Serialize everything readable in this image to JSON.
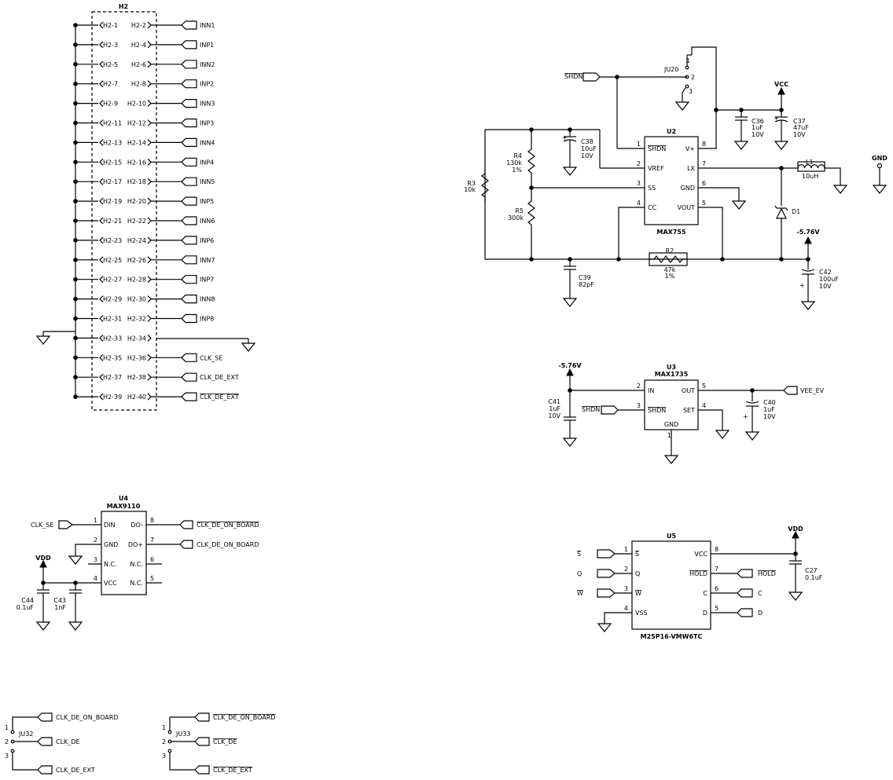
{
  "header": {
    "refdes": "H2"
  },
  "h2_pins": [
    {
      "left": "H2-1",
      "right": "H2-2",
      "net": "INN1"
    },
    {
      "left": "H2-3",
      "right": "H2-4",
      "net": "INP1"
    },
    {
      "left": "H2-5",
      "right": "H2-6",
      "net": "INN2"
    },
    {
      "left": "H2-7",
      "right": "H2-8",
      "net": "INP2"
    },
    {
      "left": "H2-9",
      "right": "H2-10",
      "net": "INN3"
    },
    {
      "left": "H2-11",
      "right": "H2-12",
      "net": "INP3"
    },
    {
      "left": "H2-13",
      "right": "H2-14",
      "net": "INN4"
    },
    {
      "left": "H2-15",
      "right": "H2-16",
      "net": "INP4"
    },
    {
      "left": "H2-17",
      "right": "H2-18",
      "net": "INN5"
    },
    {
      "left": "H2-19",
      "right": "H2-20",
      "net": "INP5"
    },
    {
      "left": "H2-21",
      "right": "H2-22",
      "net": "INN6"
    },
    {
      "left": "H2-23",
      "right": "H2-24",
      "net": "INP6"
    },
    {
      "left": "H2-25",
      "right": "H2-26",
      "net": "INN7"
    },
    {
      "left": "H2-27",
      "right": "H2-28",
      "net": "INP7"
    },
    {
      "left": "H2-29",
      "right": "H2-30",
      "net": "INN8"
    },
    {
      "left": "H2-31",
      "right": "H2-32",
      "net": "INP8"
    },
    {
      "left": "H2-33",
      "right": "H2-34",
      "net": ""
    },
    {
      "left": "H2-35",
      "right": "H2-36",
      "net": "CLK_SE"
    },
    {
      "left": "H2-37",
      "right": "H2-38",
      "net": "CLK_DE_EXT"
    },
    {
      "left": "H2-39",
      "right": "H2-40",
      "net": "CLK_DE_EXT"
    }
  ],
  "u2": {
    "ref": "U2",
    "part": "MAX755",
    "pins_left": [
      {
        "n": "1",
        "name": "SHDN"
      },
      {
        "n": "2",
        "name": "VREF"
      },
      {
        "n": "3",
        "name": "SS"
      },
      {
        "n": "4",
        "name": "CC"
      }
    ],
    "pins_right": [
      {
        "n": "8",
        "name": "V+"
      },
      {
        "n": "7",
        "name": "LX"
      },
      {
        "n": "6",
        "name": "GND"
      },
      {
        "n": "5",
        "name": "VOUT"
      }
    ],
    "shdn_net": "SHDN",
    "ju20": {
      "ref": "JU20",
      "p1": "1",
      "p2": "2",
      "p3": "3"
    },
    "vcc": "VCC",
    "c36": [
      "C36",
      "1uF",
      "10V"
    ],
    "c37": [
      "C37",
      "47uF",
      "10V"
    ],
    "c38": [
      "C38",
      "10uF",
      "10V"
    ],
    "r4": [
      "R4",
      "130k",
      "1%"
    ],
    "r5": [
      "R5",
      "300k"
    ],
    "r3": [
      "R3",
      "10k"
    ],
    "l1": [
      "L1",
      "10uH"
    ],
    "d1": "D1",
    "gnd": "GND",
    "neg": "-5.76V",
    "c42": [
      "C42",
      "100uF",
      "10V"
    ],
    "r2": [
      "R2",
      "47k",
      "1%"
    ],
    "c39": [
      "C39",
      "82pF"
    ]
  },
  "u3": {
    "ref": "U3",
    "part": "MAX1735",
    "pins": [
      {
        "n": "2",
        "name": "IN"
      },
      {
        "n": "3",
        "name": "SHDN"
      },
      {
        "n": "5",
        "name": "OUT"
      },
      {
        "n": "4",
        "name": "SET"
      },
      {
        "n": "1",
        "name": "GND"
      }
    ],
    "neg": "-5.76V",
    "shdn_net": "SHDN",
    "out_net": "VEE_EV",
    "c41": [
      "C41",
      "1uF",
      "10V"
    ],
    "c40": [
      "C40",
      "1uF",
      "10V"
    ]
  },
  "u4": {
    "ref": "U4",
    "part": "MAX9110",
    "pins_left": [
      {
        "n": "1",
        "name": "DIN"
      },
      {
        "n": "2",
        "name": "GND"
      },
      {
        "n": "3",
        "name": "N.C."
      },
      {
        "n": "4",
        "name": "VCC"
      }
    ],
    "pins_right": [
      {
        "n": "8",
        "name": "DO-"
      },
      {
        "n": "7",
        "name": "DO+"
      },
      {
        "n": "6",
        "name": "N.C."
      },
      {
        "n": "5",
        "name": "N.C."
      }
    ],
    "in_net": "CLK_SE",
    "out1": "CLK_DE_ON_BOARD",
    "out2": "CLK_DE_ON_BOARD",
    "vdd": "VDD",
    "c44": [
      "C44",
      "0.1uF"
    ],
    "c43": [
      "C43",
      "1nF"
    ]
  },
  "u5": {
    "ref": "U5",
    "part": "M25P16-VMW6TC",
    "pins_left": [
      {
        "n": "1",
        "name": "S"
      },
      {
        "n": "2",
        "name": "Q"
      },
      {
        "n": "3",
        "name": "W"
      },
      {
        "n": "4",
        "name": "VSS"
      }
    ],
    "pins_right": [
      {
        "n": "8",
        "name": "VCC"
      },
      {
        "n": "7",
        "name": "HOLD"
      },
      {
        "n": "6",
        "name": "C"
      },
      {
        "n": "5",
        "name": "D"
      }
    ],
    "nets_left": [
      "S",
      "Q",
      "W"
    ],
    "nets_right": [
      "HOLD",
      "C",
      "D"
    ],
    "vdd": "VDD",
    "c27": [
      "C27",
      "0.1uF"
    ]
  },
  "ju32": {
    "ref": "JU32",
    "p1": "1",
    "p2": "2",
    "p3": "3",
    "top": "CLK_DE_ON_BOARD",
    "mid": "CLK_DE",
    "bot": "CLK_DE_EXT"
  },
  "ju33": {
    "ref": "JU33",
    "p1": "1",
    "p2": "2",
    "p3": "3",
    "top": "CLK_DE_ON_BOARD",
    "mid": "CLK_DE",
    "bot": "CLK_DE_EXT"
  }
}
